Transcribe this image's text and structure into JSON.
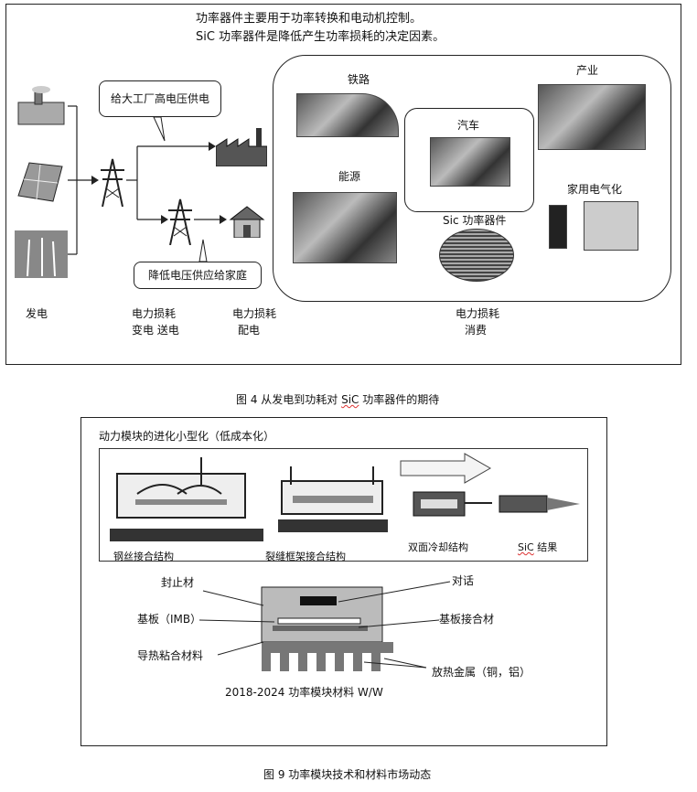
{
  "fig4": {
    "intro_line1": "功率器件主要用于功率转换和电动机控制。",
    "intro_line2": "SiC 功率器件是降低产生功率损耗的决定因素。",
    "bubble_high": "给大工厂高电压供电",
    "bubble_low": "降低电压供应给家庭",
    "label_railway": "铁路",
    "label_industry": "产业",
    "label_car": "汽车",
    "label_energy": "能源",
    "label_appliance": "家用电气化",
    "label_sic_device": "Sic 功率器件",
    "stage_gen": "发电",
    "stage_tx_1": "电力损耗",
    "stage_tx_2": "变电 送电",
    "stage_dist_1": "电力损耗",
    "stage_dist_2": "配电",
    "stage_cons_1": "电力损耗",
    "stage_cons_2": "消费",
    "caption_prefix": "图 4  从发电到功耗对 ",
    "caption_sic": "SiC",
    "caption_suffix": " 功率器件的期待"
  },
  "fig9": {
    "header": "动力模块的进化小型化（低成本化）",
    "struct_wire": "钢丝接合结构",
    "struct_lead": "裂缝框架接合结构",
    "struct_double": "双面冷却结构",
    "struct_sic_prefix": "SiC",
    "struct_sic_suffix": " 结果",
    "lbl_seal": "封止材",
    "lbl_dialog": "对话",
    "lbl_substrate": "基板（IMB）",
    "lbl_substrate_bond": "基板接合材",
    "lbl_thermal": "导热粘合材料",
    "lbl_heat_metal": "放热金属（铜，铝）",
    "footer": "2018-2024 功率模块材料 W/W",
    "caption": "图 9  功率模块技术和材料市场动态"
  }
}
